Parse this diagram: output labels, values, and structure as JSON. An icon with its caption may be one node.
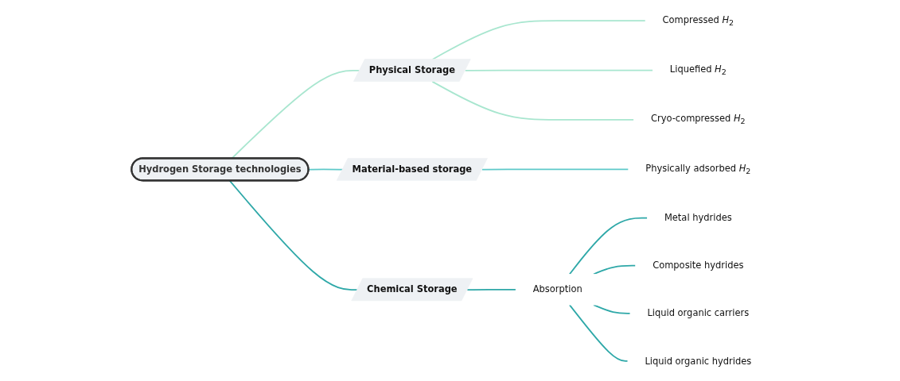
{
  "diagram": {
    "nodes": [
      {
        "text": [
          "Hydrogen Storage technologies"
        ]
      },
      {
        "text": [
          "Physical Storage"
        ]
      },
      {
        "text": [
          "Compressed *H*$_{2}$"
        ]
      },
      {
        "text": [
          "Liquefied *H*$_{2}$"
        ]
      },
      {
        "text": [
          "Cryo-compressed *H*$_{2}$"
        ]
      },
      {
        "text": [
          "Material-based storage"
        ]
      },
      {
        "text": [
          "Physically adsorbed *H*$_{2}$"
        ]
      },
      {
        "text": [
          "Chemical Storage"
        ]
      },
      {
        "text": [
          "Absorption"
        ]
      },
      {
        "text": [
          "Metal hydrides"
        ]
      },
      {
        "text": [
          "Composite hydrides"
        ]
      },
      {
        "text": [
          "Liquid organic carriers"
        ]
      },
      {
        "text": [
          "Liquid organic hydrides"
        ]
      }
    ],
    "edges": [
      {
        "from": 0,
        "to": 1,
        "arrow": "none",
        "color": "#a8e6cf"
      },
      {
        "from": 0,
        "to": 5,
        "arrow": "none",
        "color": "#5ec9c9"
      },
      {
        "from": 0,
        "to": 7,
        "arrow": "none",
        "color": "#2ea8a8"
      },
      {
        "from": 1,
        "to": 2,
        "arrow": "none",
        "color": "#a8e6cf"
      },
      {
        "from": 1,
        "to": 3,
        "arrow": "none",
        "color": "#a8e6cf"
      },
      {
        "from": 1,
        "to": 4,
        "arrow": "none",
        "color": "#a8e6cf"
      },
      {
        "from": 5,
        "to": 6,
        "arrow": "none",
        "color": "#5ec9c9"
      },
      {
        "from": 7,
        "to": 8,
        "arrow": "none",
        "color": "#2ea8a8"
      },
      {
        "from": 8,
        "to": 9,
        "arrow": "none",
        "color": "#2ea8a8"
      },
      {
        "from": 8,
        "to": 10,
        "arrow": "none",
        "color": "#2ea8a8"
      },
      {
        "from": 8,
        "to": 11,
        "arrow": "none",
        "color": "#2ea8a8"
      },
      {
        "from": 8,
        "to": 12,
        "arrow": "none",
        "color": "#2ea8a8"
      }
    ]
  }
}
